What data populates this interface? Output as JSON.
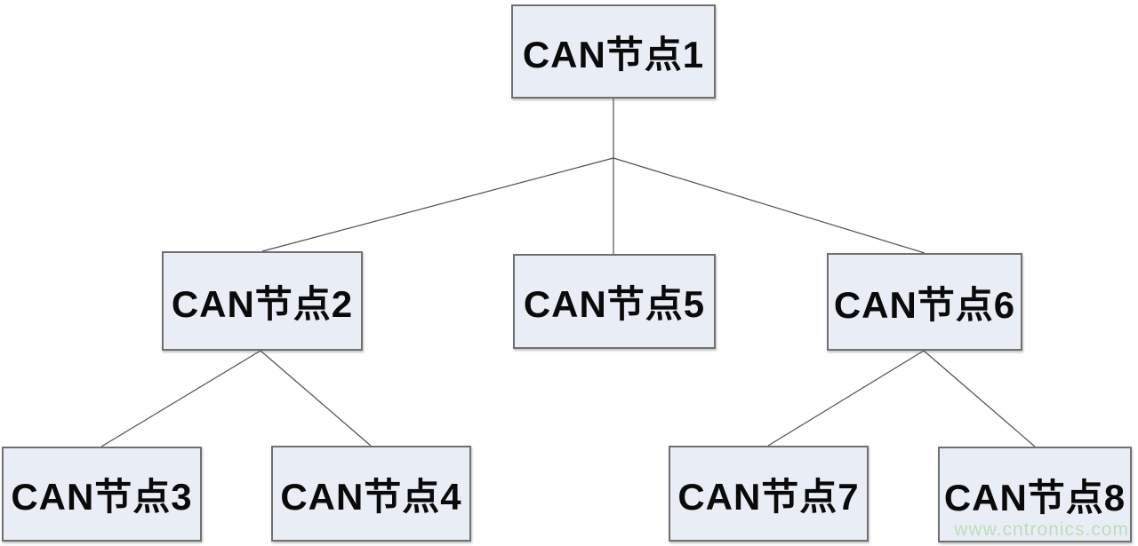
{
  "diagram": {
    "type": "tree",
    "description": "CAN bus node hierarchy diagram",
    "colors": {
      "node_fill": "#e9edf6",
      "node_border": "#707070",
      "connector_line": "#4f4f4f",
      "background": "#ffffff",
      "watermark_green": "#bcdcb8"
    },
    "nodes": [
      {
        "id": "node1",
        "label": "CAN节点1",
        "level": 1
      },
      {
        "id": "node2",
        "label": "CAN节点2",
        "level": 2
      },
      {
        "id": "node5",
        "label": "CAN节点5",
        "level": 2
      },
      {
        "id": "node6",
        "label": "CAN节点6",
        "level": 2
      },
      {
        "id": "node3",
        "label": "CAN节点3",
        "level": 3
      },
      {
        "id": "node4",
        "label": "CAN节点4",
        "level": 3
      },
      {
        "id": "node7",
        "label": "CAN节点7",
        "level": 3
      },
      {
        "id": "node8",
        "label": "CAN节点8",
        "level": 3
      }
    ],
    "edges": [
      [
        "node1",
        "node2"
      ],
      [
        "node1",
        "node5"
      ],
      [
        "node1",
        "node6"
      ],
      [
        "node2",
        "node3"
      ],
      [
        "node2",
        "node4"
      ],
      [
        "node6",
        "node7"
      ],
      [
        "node6",
        "node8"
      ]
    ]
  },
  "watermark": {
    "text": "www.cntronics.com"
  }
}
